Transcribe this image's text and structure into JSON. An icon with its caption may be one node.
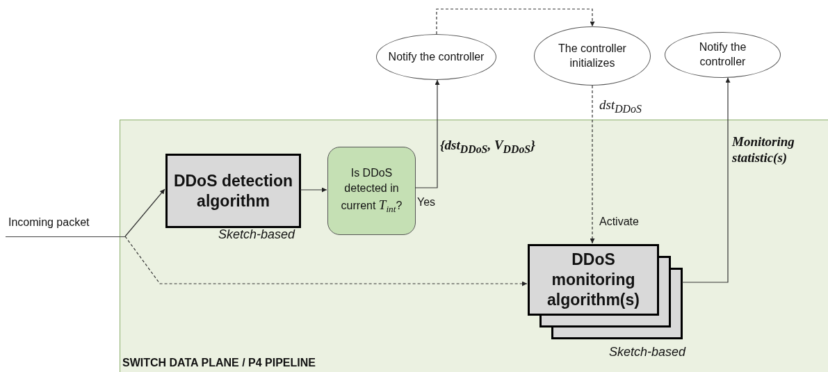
{
  "diagram": {
    "nodes": [
      {
        "text": [
          "SWITCH DATA PLANE / P4 PIPELINE"
        ]
      },
      {
        "text": [
          "Notify the controller"
        ]
      },
      {
        "text": [
          "The controller initializes"
        ]
      },
      {
        "text": [
          "Notify the controller"
        ]
      },
      {
        "text": [
          "Incoming packet"
        ]
      },
      {
        "text": [
          "DDoS detection algorithm"
        ],
        "in": 0,
        "beside": [
          "Sketch-based"
        ]
      },
      {
        "text": [
          "Is DDoS detected in current *T*$_{int}$?"
        ],
        "in": 0
      },
      {
        "text": [
          "DDoS monitoring algorithm(s)"
        ],
        "in": 0,
        "beside": [
          "Sketch-based"
        ]
      }
    ],
    "edges": [
      {
        "from": 4,
        "to": 5,
        "arrow": "to"
      },
      {
        "from": 4,
        "to": 7,
        "arrow": "to",
        "style": "dashed"
      },
      {
        "from": 5,
        "to": 6,
        "arrow": "to"
      },
      {
        "from": 6,
        "to": 1,
        "arrow": "to",
        "label": "Yes"
      },
      {
        "from": 1,
        "to": 2,
        "arrow": "to",
        "style": "dashed"
      },
      {
        "from": 2,
        "to": 7,
        "arrow": "to",
        "style": "dashed",
        "label": "Activate"
      },
      {
        "from": 7,
        "to": 3,
        "arrow": "to",
        "label": "Monitoring statistic(s)"
      }
    ],
    "labels": [
      "{dst$_{DDoS}$, V$_{DDoS}$}",
      "dst$_{DDoS}$"
    ]
  }
}
